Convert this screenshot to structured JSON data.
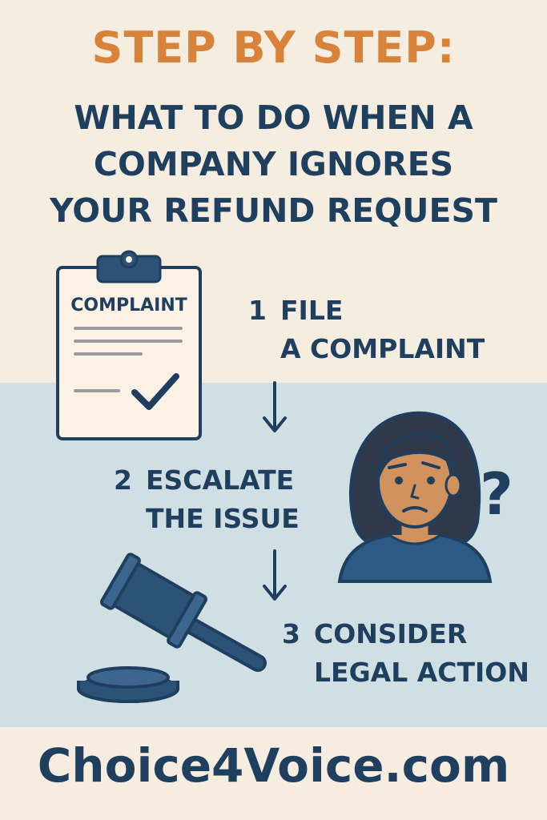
{
  "header": {
    "title": "STEP BY STEP:",
    "subtitle_lines": [
      "WHAT TO DO WHEN A",
      "COMPANY IGNORES",
      "YOUR REFUND REQUEST"
    ]
  },
  "clipboard": {
    "label": "COMPLAINT",
    "icon": "clipboard-check-icon"
  },
  "steps": [
    {
      "number": "1",
      "lines": [
        "FILE",
        "A COMPLAINT"
      ]
    },
    {
      "number": "2",
      "lines": [
        "ESCALATE",
        "THE ISSUE"
      ]
    },
    {
      "number": "3",
      "lines": [
        "CONSIDER",
        "LEGAL ACTION"
      ]
    }
  ],
  "person": {
    "question_mark": "?",
    "icon": "confused-person-icon"
  },
  "gavel": {
    "icon": "gavel-icon"
  },
  "footer": {
    "site": "Choice4Voice.com"
  },
  "colors": {
    "title_orange": "#d8823a",
    "navy": "#1f3f5f",
    "cream": "#f5ede0",
    "light_blue": "#d0dfe4"
  }
}
